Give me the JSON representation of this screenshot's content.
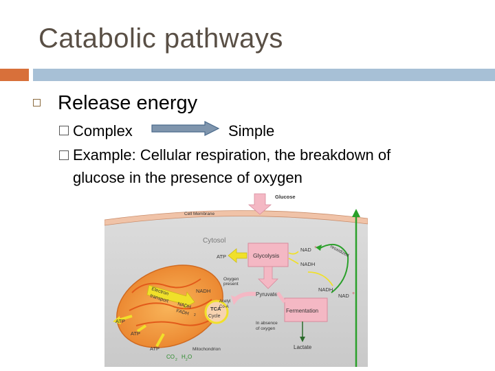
{
  "slide": {
    "title": "Catabolic pathways",
    "bullet": "Release energy",
    "sub1_left": "Complex",
    "sub1_right": "Simple",
    "sub2_line1": "Example: Cellular respiration, the breakdown of",
    "sub2_line2": "glucose in the presence of oxygen"
  },
  "diagram": {
    "glucose": "Glucose",
    "cell_membrane": "Cell Membrane",
    "cytosol": "Cytosol",
    "glycolysis": "Glycolysis",
    "atp": "ATP",
    "nad_plus": "NAD",
    "nadh": "NADH",
    "reoxidized": "reoxidized",
    "oxygen_present_1": "Oxygen",
    "oxygen_present_2": "present",
    "pyruvate": "Pyruvate",
    "fermentation": "Fermentation",
    "absence_1": "In absence",
    "absence_2": "of oxygen",
    "lactate": "Lactate",
    "etc_1": "Electron",
    "etc_2": "transport",
    "nadh_fadh_1": "NADH",
    "nadh_fadh_2": "FADH",
    "acetyl_1": "Acetyl",
    "acetyl_2": "Co-A",
    "tca_1": "TCA",
    "tca_2": "Cycle",
    "mitochondrion": "Mitochondrion",
    "co2": "CO",
    "h2o": "H",
    "sub_2": "2",
    "sub_o": "O",
    "plus": "+"
  },
  "colors": {
    "title": "#594f45",
    "accent_orange": "#d8703a",
    "accent_blue": "#a7c0d6",
    "pink_box": "#f4b8c4",
    "yellow_arrow": "#f0e02a",
    "green_arrow": "#2aa02a",
    "mito": "#f39a3c"
  }
}
